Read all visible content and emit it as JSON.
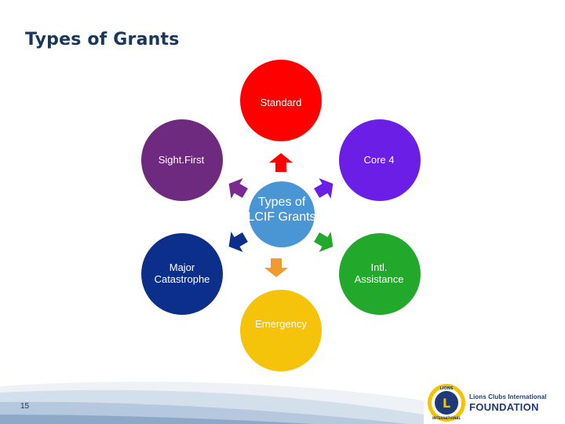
{
  "slide": {
    "title": "Types of Grants",
    "page_number": "15"
  },
  "diagram": {
    "center": {
      "label": "Types of LCIF Grants",
      "color": "#4a96d4"
    },
    "nodes": [
      {
        "id": "standard",
        "label": "Standard",
        "color": "#fe0000"
      },
      {
        "id": "core4",
        "label": "Core 4",
        "color": "#6a1ee6"
      },
      {
        "id": "intl",
        "label": "Intl. Assistance",
        "color": "#22a82a"
      },
      {
        "id": "emergency",
        "label": "Emergency",
        "color": "#f4c30a"
      },
      {
        "id": "major",
        "label": "Major Catastrophe",
        "color": "#0d2f8c"
      },
      {
        "id": "sightfirst",
        "label": "Sight.First",
        "color": "#6e2a7e"
      }
    ],
    "arrow_colors": [
      "#fe0000",
      "#6a1ee6",
      "#22a82a",
      "#f39a2e",
      "#0d2f8c",
      "#7a2a90"
    ]
  },
  "logo": {
    "line1": "Lions Clubs International",
    "line2": "FOUNDATION",
    "ring_top": "LIONS",
    "ring_bottom": "INTERNATIONAL",
    "emblem_letter": "L"
  }
}
